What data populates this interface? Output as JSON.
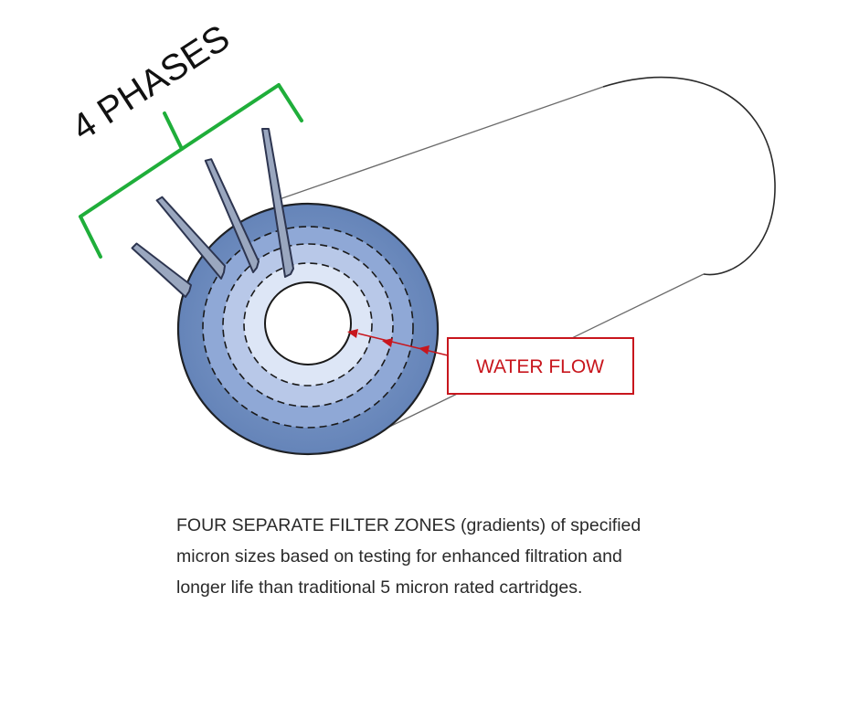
{
  "diagram": {
    "phases_label": "4 PHASES",
    "water_flow_label": "WATER FLOW",
    "colors": {
      "bracket": "#1fae3a",
      "flow_arrow": "#c8161d",
      "flow_box_border": "#c8161d",
      "zone_outer": "#6d8cc0",
      "zone_2": "#8fa8d6",
      "zone_3": "#b8c8e8",
      "zone_4": "#dde6f6",
      "core": "#ffffff",
      "pointer_fill": "#9aa7bf",
      "pointer_stroke": "#2d3550"
    },
    "icons": {
      "bracket": "curly-bracket-icon",
      "pointer": "arrow-pointer-icon",
      "flow_arrow": "red-arrow-icon"
    }
  },
  "caption": {
    "line1": "FOUR SEPARATE FILTER ZONES (gradients) of specified",
    "line2": "micron sizes based on testing for enhanced filtration and",
    "line3": "longer life than traditional 5 micron rated cartridges."
  }
}
